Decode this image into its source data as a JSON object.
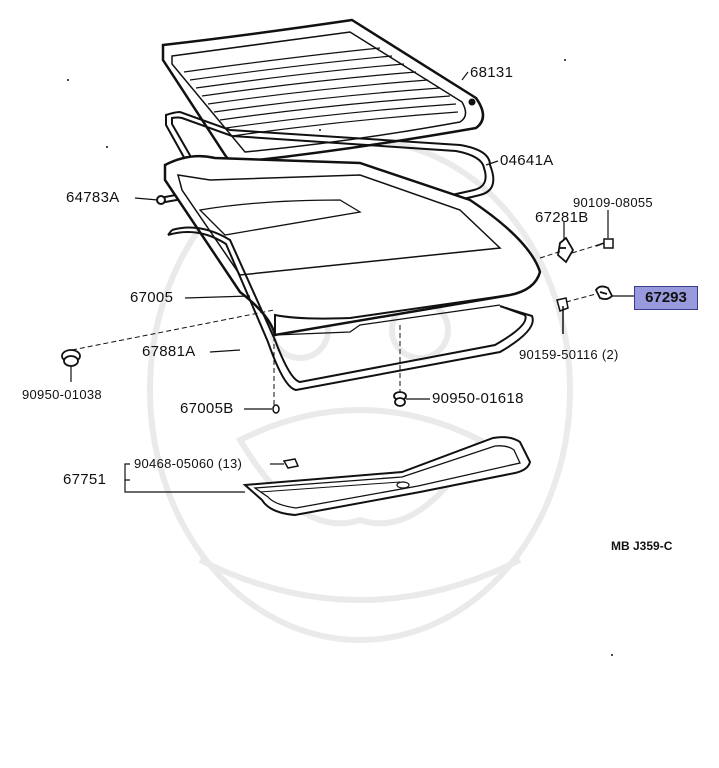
{
  "parts": {
    "glass": "68131",
    "weatherstrip_upper": "04641A",
    "molding_clip": "64783A",
    "hinge_bolt": "90109-08055",
    "hinge_pad": "67281B",
    "selected_part": "67293",
    "door_panel": "67005",
    "screw": "90159-50116 (2)",
    "weatherstrip_lower": "67881A",
    "plug_left": "90950-01038",
    "plug_b": "67005B",
    "plug_center": "90950-01618",
    "screw_trim": "90468-05060 (13)",
    "trim_board": "67751"
  },
  "diagram_ref": "MB J359-C"
}
